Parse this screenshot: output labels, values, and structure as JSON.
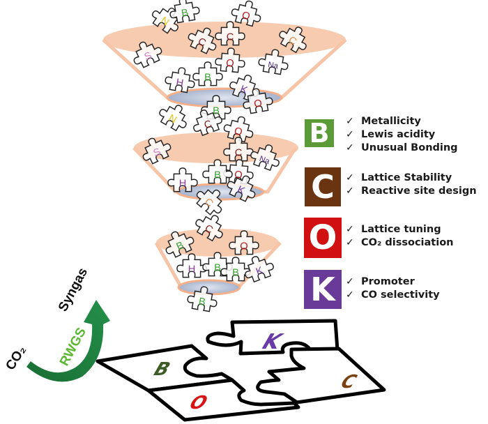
{
  "colors": {
    "funnel_peach": "#f6c5a6",
    "funnel_rim": "#f3b08a",
    "funnel_blue": "#b8c4dc",
    "arrow_green": "#1d7a3a",
    "rwgs_green": "#5cb832",
    "B": "#5a9a37",
    "C": "#6b3411",
    "O": "#d11111",
    "K": "#6a3a98",
    "puzzle_B": "#3d5c25",
    "puzzle_K": "#6a3aa6",
    "puzzle_C": "#7a4010",
    "puzzle_O": "#d81414"
  },
  "check_glyph": "✓",
  "legend": [
    {
      "letter": "B",
      "items": [
        "Metallicity",
        "Lewis acidity",
        "Unusual Bonding"
      ]
    },
    {
      "letter": "C",
      "items": [
        "Lattice Stability",
        "Reactive site design"
      ]
    },
    {
      "letter": "O",
      "items": [
        "Lattice tuning",
        "CO₂ dissociation"
      ]
    },
    {
      "letter": "K",
      "items": [
        "Promoter",
        "CO selectivity"
      ]
    }
  ],
  "reaction": {
    "reactant": "CO₂",
    "process": "RWGS",
    "product": "Syngas"
  },
  "funnel_pieces": [
    {
      "label": "N",
      "color": "#e8c31a"
    },
    {
      "label": "B",
      "color": "#3aa335"
    },
    {
      "label": "O",
      "color": "#c21616"
    },
    {
      "label": "C",
      "color": "#8b1a1a"
    },
    {
      "label": "C",
      "color": "#8b1a1a"
    },
    {
      "label": "C",
      "color": "#e08a4a"
    },
    {
      "label": "S",
      "color": "#d77fc6"
    },
    {
      "label": "O",
      "color": "#c21616"
    },
    {
      "label": "Na",
      "color": "#4b2a7a"
    },
    {
      "label": "H",
      "color": "#8a3a9a"
    },
    {
      "label": "B",
      "color": "#3aa335"
    },
    {
      "label": "K",
      "color": "#6a3aa6"
    },
    {
      "label": "O",
      "color": "#c21616"
    },
    {
      "label": "N",
      "color": "#e8c31a"
    },
    {
      "label": "B",
      "color": "#3aa335"
    },
    {
      "label": "C",
      "color": "#8b1a1a"
    },
    {
      "label": "O",
      "color": "#c21616"
    },
    {
      "label": "C",
      "color": "#8b1a1a"
    },
    {
      "label": "S",
      "color": "#d77fc6"
    },
    {
      "label": "O",
      "color": "#c21616"
    },
    {
      "label": "Na",
      "color": "#4b2a7a"
    },
    {
      "label": "H",
      "color": "#8a3a9a"
    },
    {
      "label": "B",
      "color": "#3aa335"
    },
    {
      "label": "C",
      "color": "#e08a4a"
    },
    {
      "label": "K",
      "color": "#6a3aa6"
    },
    {
      "label": "C",
      "color": "#8b1a1a"
    },
    {
      "label": "B",
      "color": "#3aa335"
    },
    {
      "label": "O",
      "color": "#c21616"
    },
    {
      "label": "H",
      "color": "#8a3a9a"
    },
    {
      "label": "B",
      "color": "#3aa335"
    },
    {
      "label": "B",
      "color": "#3aa335"
    },
    {
      "label": "K",
      "color": "#6a3aa6"
    },
    {
      "label": "B",
      "color": "#3aa335"
    }
  ],
  "assembled_puzzle": [
    "K",
    "B",
    "C",
    "O"
  ]
}
